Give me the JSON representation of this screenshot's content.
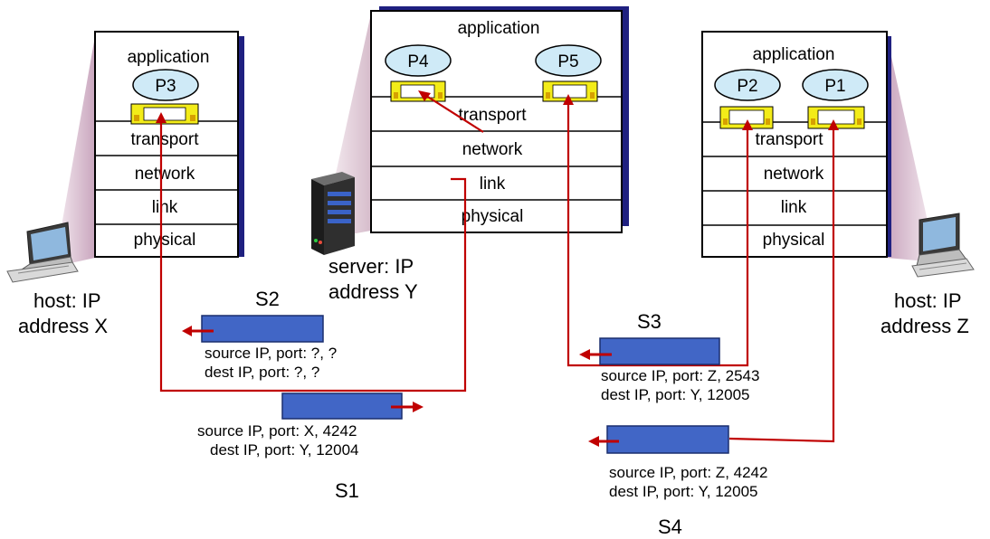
{
  "left_stack": {
    "layers": [
      "application",
      "transport",
      "network",
      "link",
      "physical"
    ],
    "processes": [
      "P3"
    ]
  },
  "center_stack": {
    "layers": [
      "application",
      "transport",
      "network",
      "link",
      "physical"
    ],
    "processes": [
      "P4",
      "P5"
    ]
  },
  "right_stack": {
    "layers": [
      "application",
      "transport",
      "network",
      "link",
      "physical"
    ],
    "processes": [
      "P2",
      "P1"
    ]
  },
  "hosts": {
    "left": [
      "host: IP",
      "address X"
    ],
    "center": [
      "server: IP",
      "address Y"
    ],
    "right": [
      "host: IP",
      "address Z"
    ]
  },
  "segments": {
    "s1": {
      "name": "S1",
      "source": "source IP, port: X, 4242",
      "dest": "dest IP, port: Y, 12004"
    },
    "s2": {
      "name": "S2",
      "source": "source IP, port: ?, ?",
      "dest": "dest IP, port: ?, ?"
    },
    "s3": {
      "name": "S3",
      "source": "source IP, port: Z, 2543",
      "dest": "dest IP, port: Y, 12005"
    },
    "s4": {
      "name": "S4",
      "source": "source IP, port: Z, 4242",
      "dest": "dest IP, port: Y, 12005"
    }
  },
  "colors": {
    "segment_fill": "#4166c6",
    "path_red": "#c00000",
    "process_fill": "#cfeaf7",
    "socket_fill": "#f3ec19",
    "stack_shadow": "#1f2080",
    "host_shade": "#ddc3d3"
  }
}
